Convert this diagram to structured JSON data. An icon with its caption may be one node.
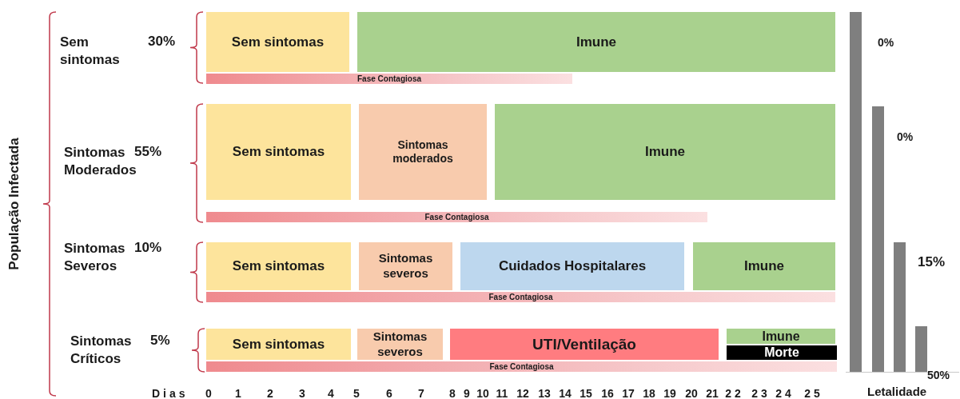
{
  "diagram": {
    "nodes": [
      {
        "text": [
          "Sem sintomas"
        ]
      },
      {
        "text": [
          "Imune"
        ]
      },
      {
        "text": [
          "Fase Contagiosa"
        ]
      },
      {
        "text": [
          "Sem sintomas"
        ]
      },
      {
        "text": [
          "Sintomas moderados"
        ]
      },
      {
        "text": [
          "Imune"
        ]
      },
      {
        "text": [
          "Fase Contagiosa"
        ]
      },
      {
        "text": [
          "Sem sintomas"
        ]
      },
      {
        "text": [
          "Sintomas severos"
        ]
      },
      {
        "text": [
          "Cuidados Hospitalares"
        ]
      },
      {
        "text": [
          "Imune"
        ]
      },
      {
        "text": [
          "Fase Contagiosa"
        ]
      },
      {
        "text": [
          "Sem sintomas"
        ]
      },
      {
        "text": [
          "Sintomas severos"
        ]
      },
      {
        "text": [
          "UTI/Ventilação"
        ]
      },
      {
        "text": [
          "Imune"
        ]
      },
      {
        "text": [
          "Morte"
        ]
      },
      {
        "text": [
          "Fase Contagiosa"
        ]
      }
    ],
    "edges": [],
    "labels": [
      "População Infectada",
      "Sem sintomas",
      "30%",
      "Sintomas Moderados",
      "55%",
      "Sintomas Severos",
      "10%",
      "Sintomas Críticos",
      "5%",
      "Dias",
      "0",
      "1",
      "2",
      "3",
      "4",
      "5",
      "6",
      "7",
      "8",
      "9",
      "10",
      "11",
      "12",
      "13",
      "14",
      "15",
      "16",
      "17",
      "18",
      "19",
      "20",
      "21",
      "2 2",
      "2 3",
      "2 4",
      "2 5",
      "0%",
      "0%",
      "15%",
      "50%",
      "Letalidade"
    ]
  }
}
